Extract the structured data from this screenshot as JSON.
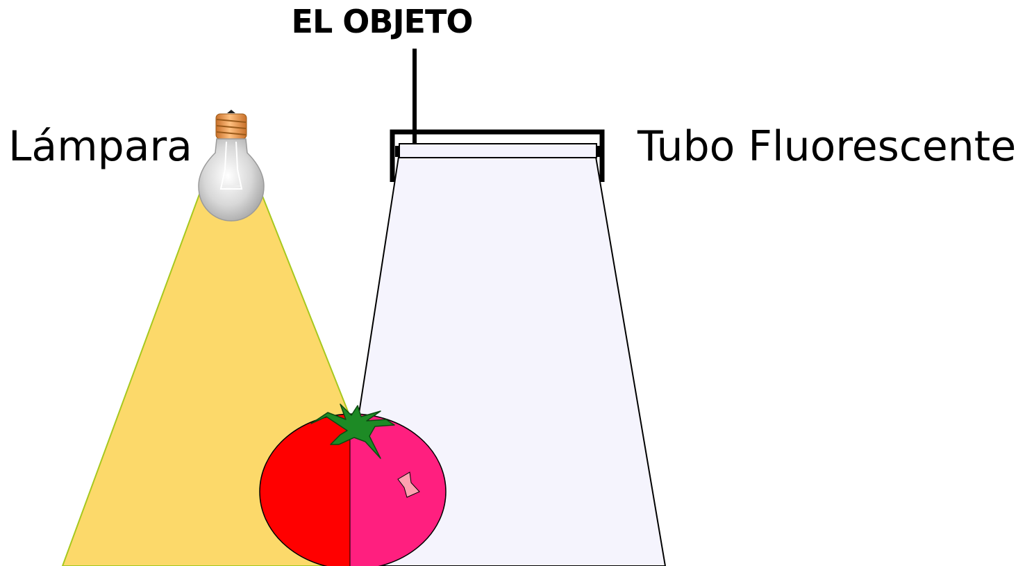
{
  "diagram": {
    "title": "EL OBJETO",
    "lamp_label": "Lámpara",
    "tube_label": "Tubo Fluorescente"
  },
  "colors": {
    "lamp_light": "#fcd96a",
    "lamp_light_edge": "#a6c81e",
    "tube_light": "#f5f4fd",
    "tomato_left": "#ff0000",
    "tomato_right": "#ff1f7f",
    "stem": "#1d8a25",
    "bulb_base": "#f0a050",
    "bulb_glass": "#d8d8d8"
  },
  "icons": {
    "lamp": "light-bulb-icon",
    "tube": "fluorescent-tube-icon",
    "object": "tomato-icon"
  }
}
